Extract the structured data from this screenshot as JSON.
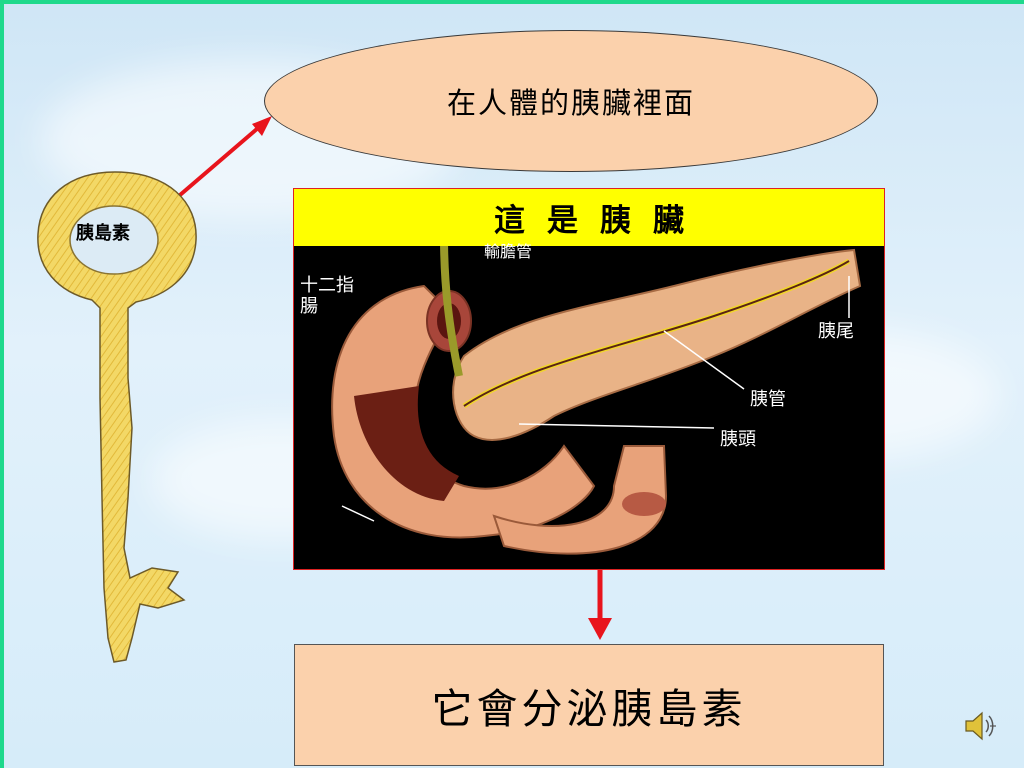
{
  "slide": {
    "ellipse_text": "在人體的胰臟裡面",
    "banner_text": "這是胰臟",
    "result_text": "它會分泌胰島素",
    "key_label": "胰島素"
  },
  "diagram_labels": {
    "duodenum_line1": "十二指",
    "duodenum_line2": "腸",
    "tail": "胰尾",
    "duct": "胰管",
    "head": "胰頭",
    "bile_duct": "輸膽管"
  },
  "icons": {
    "speaker": "speaker-icon",
    "key": "key-icon"
  },
  "colors": {
    "frame": "#1fd98c",
    "ellipse_fill": "#fbd1ac",
    "banner_fill": "#ffff00",
    "arrow": "#e8141c",
    "key": "#f2d35c"
  }
}
